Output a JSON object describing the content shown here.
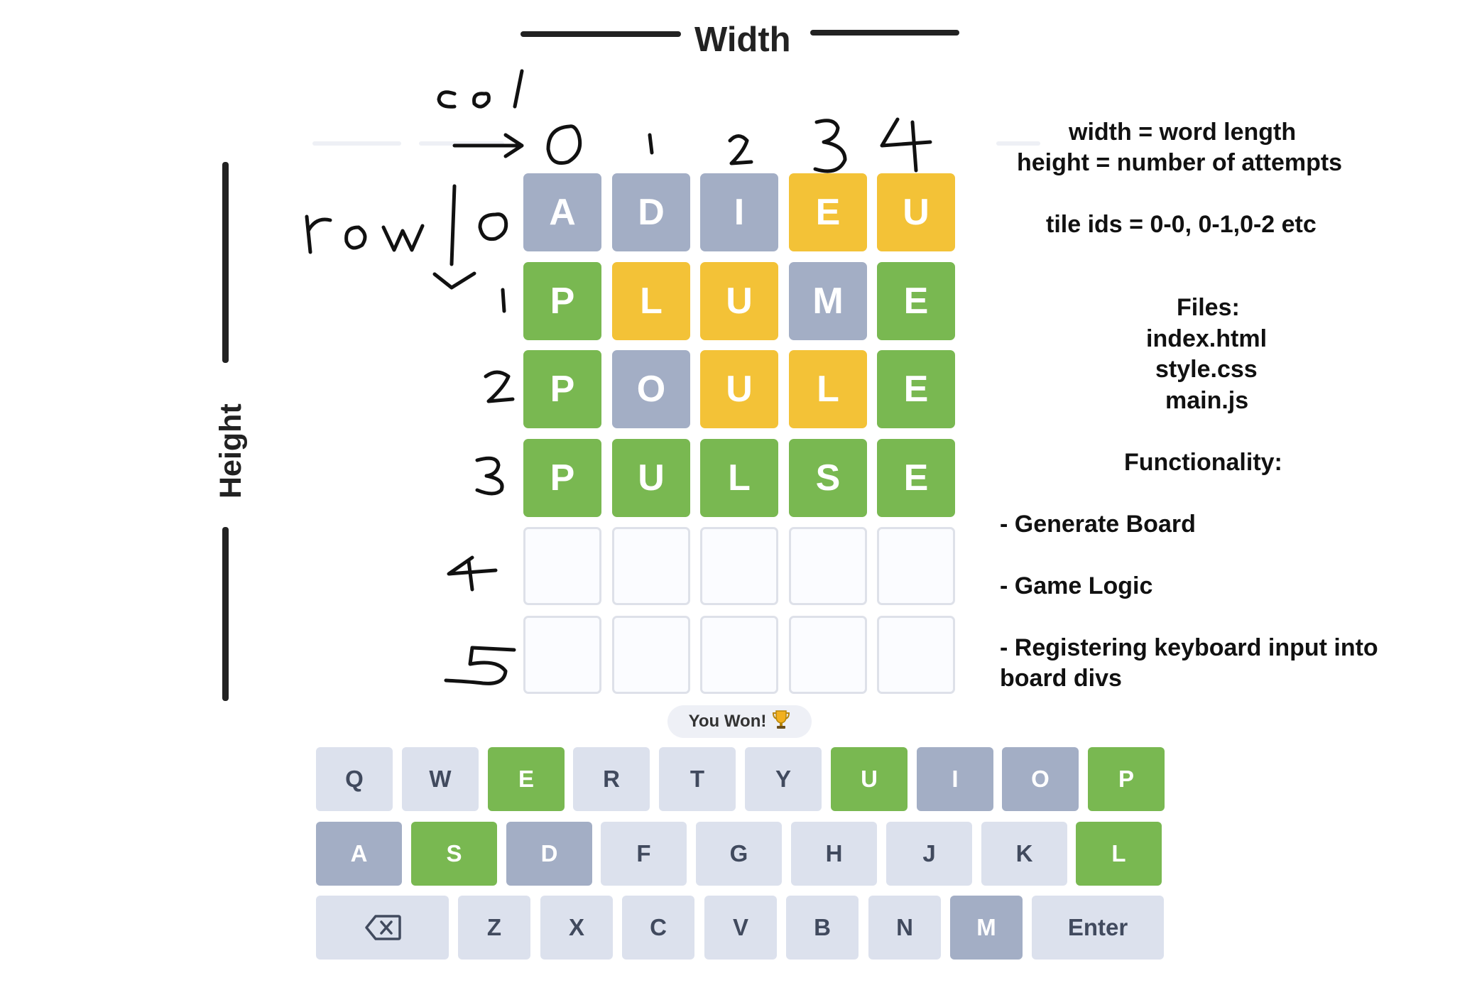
{
  "header": {
    "width_label": "Width"
  },
  "side": {
    "height_label": "Height"
  },
  "handwriting": {
    "col_label": "col",
    "row_label": "row",
    "col_numbers": [
      "0",
      "1",
      "2",
      "3",
      "4"
    ],
    "row_numbers": [
      "0",
      "1",
      "2",
      "3",
      "4",
      "5"
    ]
  },
  "board": {
    "rows": [
      [
        {
          "letter": "A",
          "state": "gray"
        },
        {
          "letter": "D",
          "state": "gray"
        },
        {
          "letter": "I",
          "state": "gray"
        },
        {
          "letter": "E",
          "state": "yellow"
        },
        {
          "letter": "U",
          "state": "yellow"
        }
      ],
      [
        {
          "letter": "P",
          "state": "green"
        },
        {
          "letter": "L",
          "state": "yellow"
        },
        {
          "letter": "U",
          "state": "yellow"
        },
        {
          "letter": "M",
          "state": "gray"
        },
        {
          "letter": "E",
          "state": "green"
        }
      ],
      [
        {
          "letter": "P",
          "state": "green"
        },
        {
          "letter": "O",
          "state": "gray"
        },
        {
          "letter": "U",
          "state": "yellow"
        },
        {
          "letter": "L",
          "state": "yellow"
        },
        {
          "letter": "E",
          "state": "green"
        }
      ],
      [
        {
          "letter": "P",
          "state": "green"
        },
        {
          "letter": "U",
          "state": "green"
        },
        {
          "letter": "L",
          "state": "green"
        },
        {
          "letter": "S",
          "state": "green"
        },
        {
          "letter": "E",
          "state": "green"
        }
      ],
      [
        {
          "letter": "",
          "state": "empty"
        },
        {
          "letter": "",
          "state": "empty"
        },
        {
          "letter": "",
          "state": "empty"
        },
        {
          "letter": "",
          "state": "empty"
        },
        {
          "letter": "",
          "state": "empty"
        }
      ],
      [
        {
          "letter": "",
          "state": "empty"
        },
        {
          "letter": "",
          "state": "empty"
        },
        {
          "letter": "",
          "state": "empty"
        },
        {
          "letter": "",
          "state": "empty"
        },
        {
          "letter": "",
          "state": "empty"
        }
      ]
    ],
    "colors": {
      "gray": "#a3aec5",
      "yellow": "#f3c237",
      "green": "#79b851"
    }
  },
  "notes": {
    "width_eq": "width = word length",
    "height_eq": "height = number of attempts",
    "tile_ids": "tile ids = 0-0, 0-1,0-2 etc",
    "files_heading": "Files:",
    "file_1": "index.html",
    "file_2": "style.css",
    "file_3": "main.js",
    "functionality_heading": "Functionality:",
    "func_1": "- Generate Board",
    "func_2": "- Game Logic",
    "func_3a": "- Registering keyboard input into",
    "func_3b": "board divs"
  },
  "toast": {
    "text": "You Won!",
    "icon": "trophy-icon"
  },
  "keyboard": {
    "row1": [
      {
        "key": "Q",
        "state": "default"
      },
      {
        "key": "W",
        "state": "default"
      },
      {
        "key": "E",
        "state": "green"
      },
      {
        "key": "R",
        "state": "default"
      },
      {
        "key": "T",
        "state": "default"
      },
      {
        "key": "Y",
        "state": "default"
      },
      {
        "key": "U",
        "state": "green"
      },
      {
        "key": "I",
        "state": "gray"
      },
      {
        "key": "O",
        "state": "gray"
      },
      {
        "key": "P",
        "state": "green"
      }
    ],
    "row2": [
      {
        "key": "A",
        "state": "gray"
      },
      {
        "key": "S",
        "state": "green"
      },
      {
        "key": "D",
        "state": "gray"
      },
      {
        "key": "F",
        "state": "default"
      },
      {
        "key": "G",
        "state": "default"
      },
      {
        "key": "H",
        "state": "default"
      },
      {
        "key": "J",
        "state": "default"
      },
      {
        "key": "K",
        "state": "default"
      },
      {
        "key": "L",
        "state": "green"
      }
    ],
    "row3": [
      {
        "key": "Z",
        "state": "default"
      },
      {
        "key": "X",
        "state": "default"
      },
      {
        "key": "C",
        "state": "default"
      },
      {
        "key": "V",
        "state": "default"
      },
      {
        "key": "B",
        "state": "default"
      },
      {
        "key": "N",
        "state": "default"
      },
      {
        "key": "M",
        "state": "gray"
      }
    ],
    "backspace_icon": "backspace-icon",
    "enter_label": "Enter"
  }
}
